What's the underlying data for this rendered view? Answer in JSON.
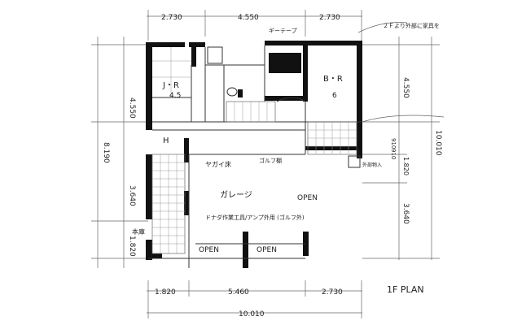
{
  "dimensions": {
    "top": [
      "2.730",
      "4.550",
      "2.730"
    ],
    "left": [
      "4.550",
      "8.190",
      "3.640",
      "1.820"
    ],
    "right": [
      "4.550",
      "10.010",
      "1.820",
      "3.640"
    ],
    "right_small": [
      "910",
      "910"
    ],
    "bottom": [
      "1.820",
      "5.460",
      "2.730"
    ],
    "bottom_total": "10.010"
  },
  "rooms": {
    "jr": "J・R",
    "jr_size": "4.5",
    "br": "B・R",
    "br_size": "6",
    "hall": "H",
    "garage": "ガレージ",
    "open1": "OPEN",
    "open2": "OPEN",
    "open3": "OPEN",
    "yaganeya": "ヤガイ床",
    "note_work": "ドナダ作業工具/アンプ外用 (ゴルフ外)",
    "note_right": "外部物入",
    "note_cabinet": "ゴルフ棚",
    "note_top_right": "２Ｆより外部に家具を",
    "note_top": "ギーテープ",
    "note_left": "本庫"
  },
  "title": "1F PLAN"
}
